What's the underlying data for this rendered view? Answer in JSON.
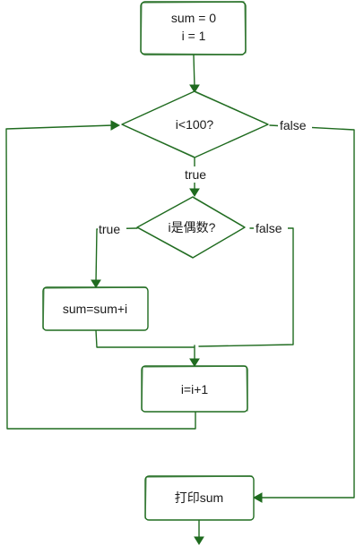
{
  "nodes": {
    "init": {
      "line1": "sum = 0",
      "line2": "i = 1"
    },
    "cond_loop": {
      "text": "i<100?"
    },
    "cond_even": {
      "text": "i是偶数?"
    },
    "add": {
      "text": "sum=sum+i"
    },
    "inc": {
      "text": "i=i+1"
    },
    "print": {
      "text": "打印sum"
    }
  },
  "edges": {
    "loop_true": "true",
    "loop_false": "false",
    "even_true": "true",
    "even_false": "false"
  },
  "colors": {
    "stroke": "#1f6b1f",
    "text": "#1a1a1a",
    "background": "#ffffff"
  }
}
